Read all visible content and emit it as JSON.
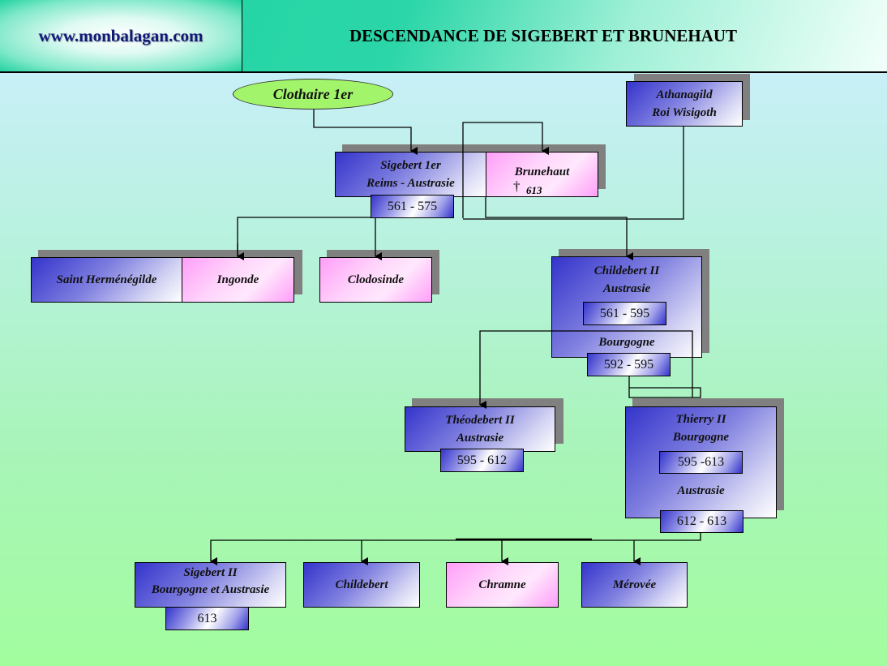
{
  "header": {
    "site": "www.monbalagan.com",
    "title": "DESCENDANCE DE SIGEBERT ET BRUNEHAUT"
  },
  "colors": {
    "header_accent": "#1ed4a2",
    "male_box": "#3434cc",
    "female_box": "#ff9ef8",
    "root_ellipse": "#a2f56a",
    "shadow": "#808080"
  },
  "tree": {
    "clothaire": {
      "name": "Clothaire 1er"
    },
    "athanagild": {
      "line1": "Athanagild",
      "line2": "Roi Wisigoth"
    },
    "sigebert1": {
      "line1": "Sigebert 1er",
      "line2": "Reims - Austrasie",
      "reign": "561 - 575"
    },
    "brunehaut": {
      "name": "Brunehaut",
      "death": "613",
      "death_symbol": "†"
    },
    "hermenegilde": {
      "name": "Saint Herménégilde"
    },
    "ingonde": {
      "name": "Ingonde"
    },
    "clodosinde": {
      "name": "Clodosinde"
    },
    "childebert2": {
      "line1": "Childebert II",
      "line2": "Austrasie",
      "reign1": "561 - 595",
      "kingdom2": "Bourgogne",
      "reign2": "592 - 595"
    },
    "theodebert2": {
      "line1": "Théodebert II",
      "line2": "Austrasie",
      "reign": "595 - 612"
    },
    "thierry2": {
      "line1": "Thierry II",
      "line2": "Bourgogne",
      "reign1": "595 -613",
      "kingdom2": "Austrasie",
      "reign2": "612 - 613"
    },
    "sigebert2": {
      "line1": "Sigebert II",
      "line2": "Bourgogne et Austrasie",
      "reign": "613"
    },
    "childebert": {
      "name": "Childebert"
    },
    "chramne": {
      "name": "Chramne"
    },
    "merovee": {
      "name": "Mérovée"
    }
  }
}
